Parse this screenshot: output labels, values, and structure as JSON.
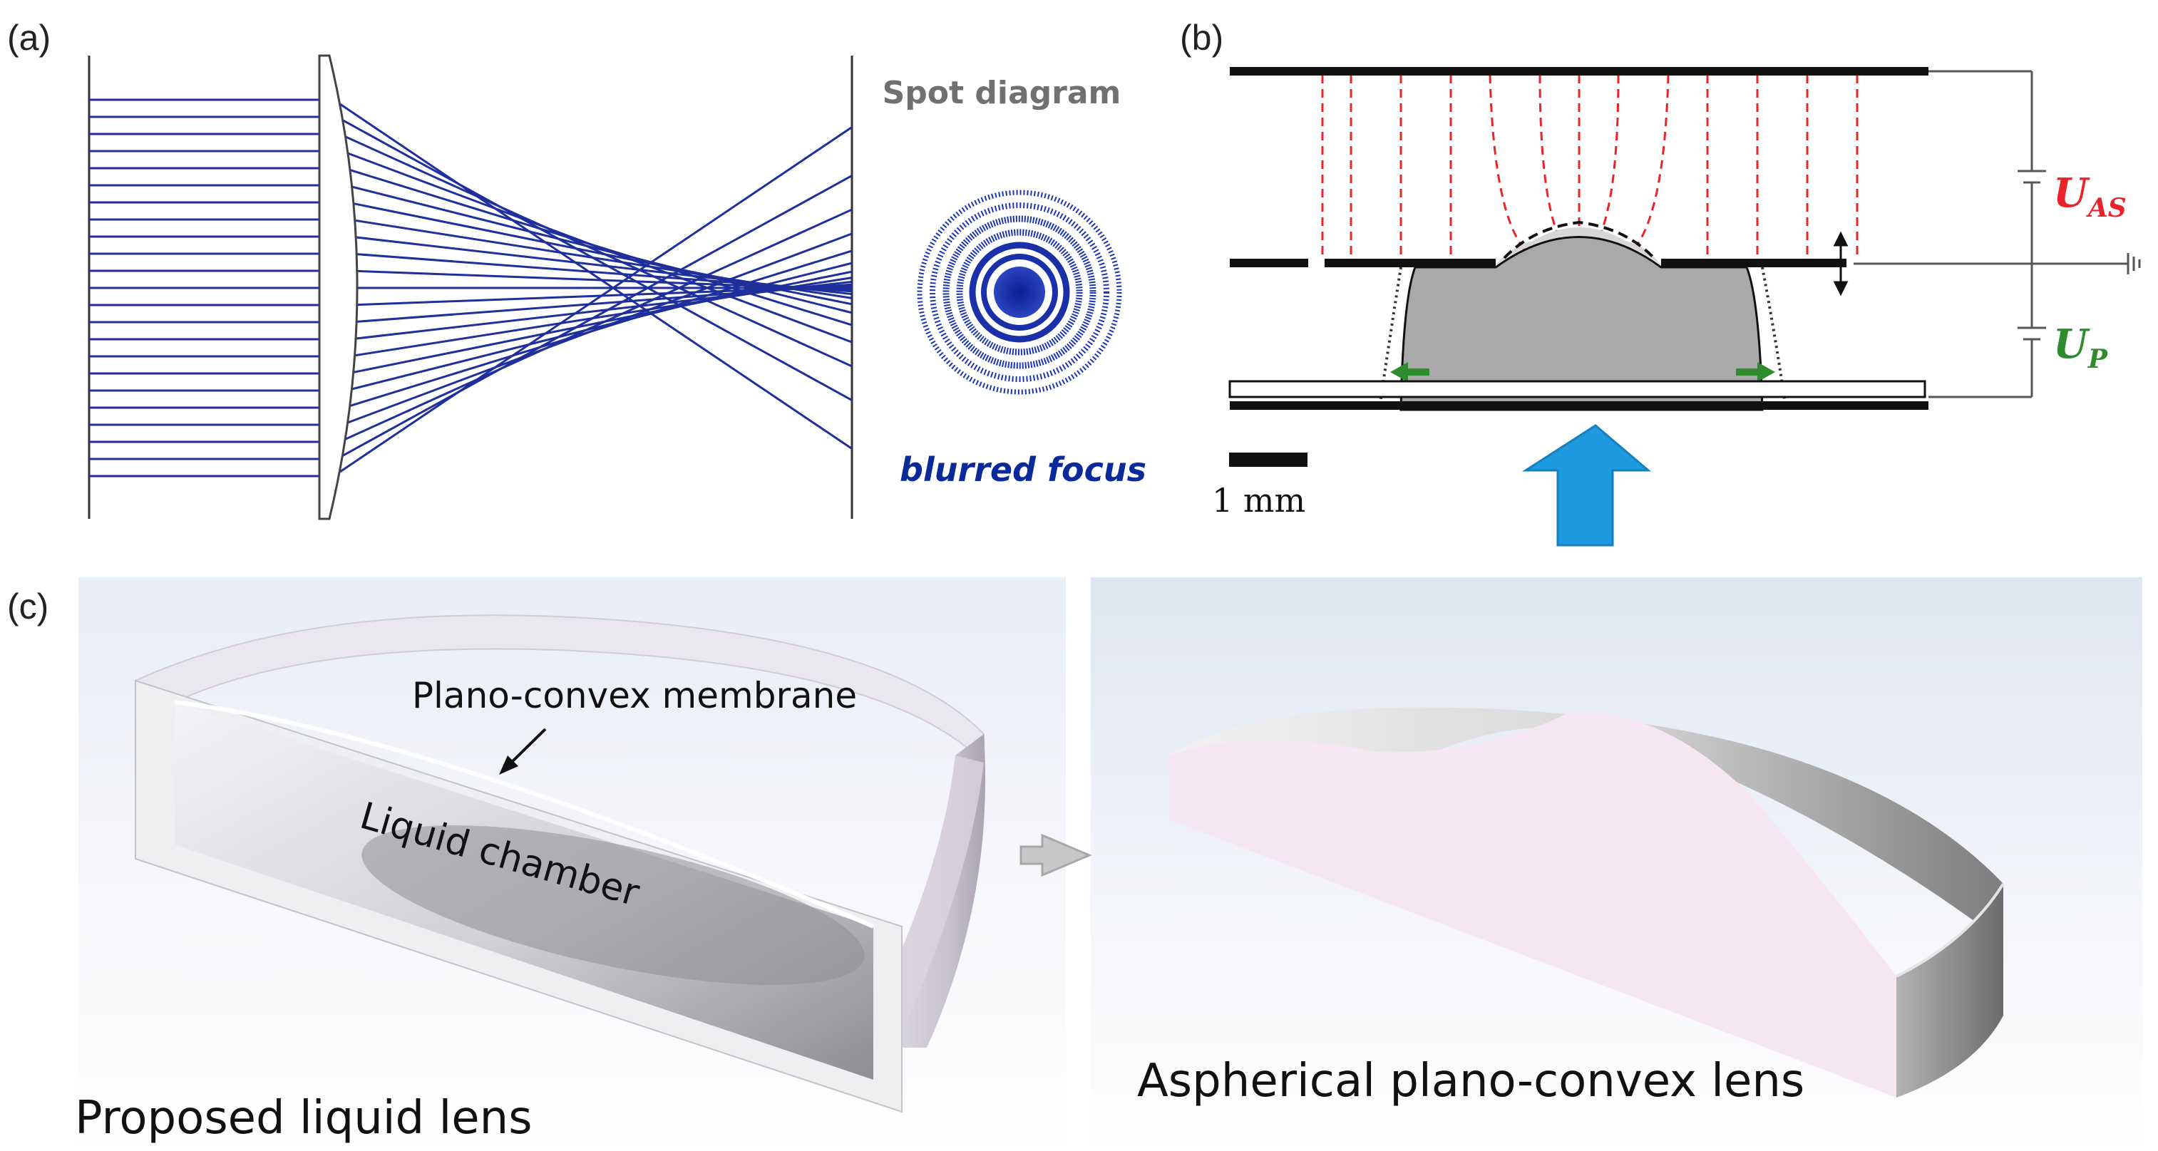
{
  "panels": {
    "a": {
      "label": "(a)",
      "spot_title": "Spot diagram",
      "spot_caption": "blurred focus"
    },
    "b": {
      "label": "(b)",
      "voltage_as_main": "U",
      "voltage_as_sub": "AS",
      "voltage_p_main": "U",
      "voltage_p_sub": "P",
      "scale_bar": "1 mm"
    },
    "c": {
      "label": "(c)",
      "membrane_label": "Plano-convex membrane",
      "chamber_label": "Liquid chamber",
      "left_caption": "Proposed liquid lens",
      "right_caption": "Aspherical plano-convex lens"
    }
  },
  "colors": {
    "ray_blue": "#1f2f9c",
    "spot_blue": "#0b2a9a",
    "field_red": "#e8242a",
    "arrow_green": "#2e8b2e",
    "light_arrow": "#1e9be0",
    "lens_gray": "#b8b8b8",
    "pink_face": "#f6e6f2"
  }
}
